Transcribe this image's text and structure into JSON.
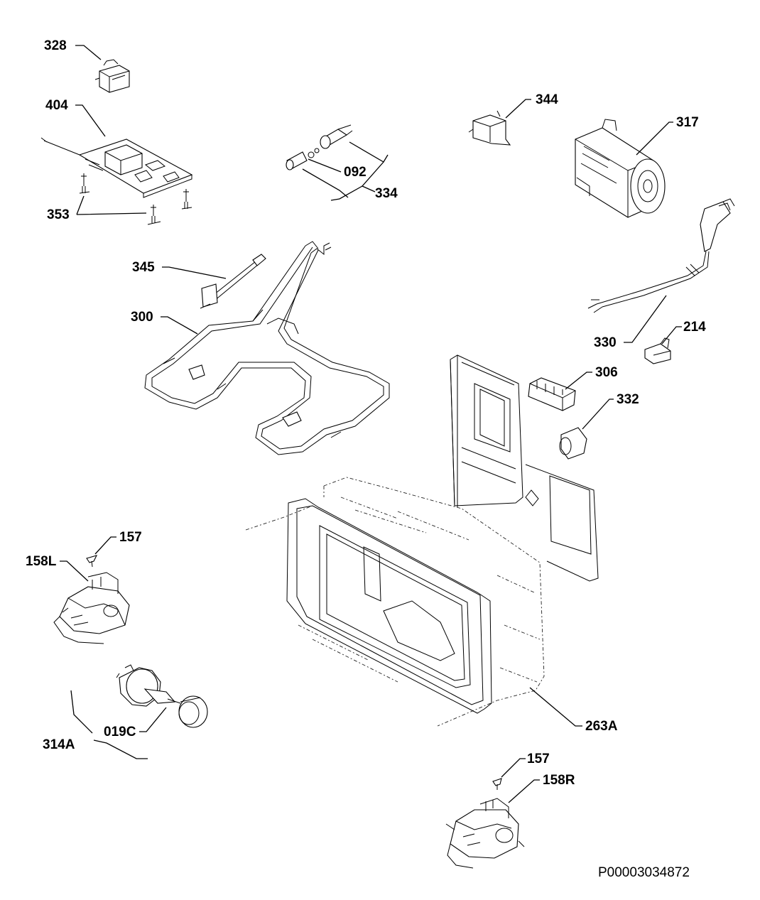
{
  "diagram": {
    "labels": {
      "l328": "328",
      "l404": "404",
      "l353": "353",
      "l092": "092",
      "l334": "334",
      "l344": "344",
      "l317": "317",
      "l345": "345",
      "l300": "300",
      "l330": "330",
      "l214": "214",
      "l306": "306",
      "l332": "332",
      "l157a": "157",
      "l158L": "158L",
      "l019C": "019C",
      "l314A": "314A",
      "l263A": "263A",
      "l157b": "157",
      "l158R": "158R"
    },
    "drawing_code": "P00003034872"
  }
}
